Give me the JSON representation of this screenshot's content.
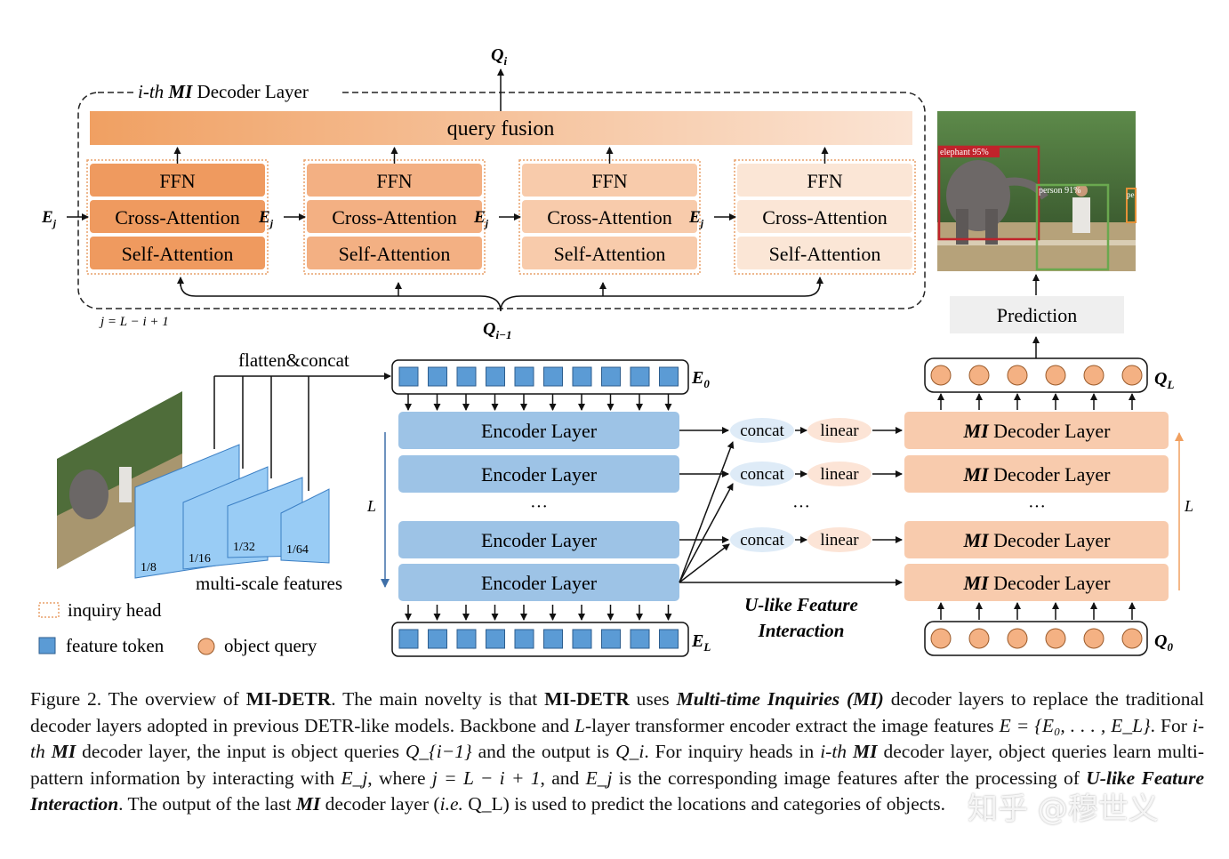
{
  "decoder_panel": {
    "title_prefix": "i-th",
    "title_bold": "MI",
    "title_suffix": "Decoder Layer",
    "query_fusion": "query fusion",
    "q_out": "Q",
    "q_out_sub": "i",
    "q_in": "Q",
    "q_in_sub": "i−1",
    "ej": "E",
    "ej_sub": "j",
    "j_formula": "j = L − i + 1",
    "heads": [
      {
        "ffn": "FFN",
        "cross": "Cross-Attention",
        "self": "Self-Attention"
      },
      {
        "ffn": "FFN",
        "cross": "Cross-Attention",
        "self": "Self-Attention"
      },
      {
        "ffn": "FFN",
        "cross": "Cross-Attention",
        "self": "Self-Attention"
      },
      {
        "ffn": "FFN",
        "cross": "Cross-Attention",
        "self": "Self-Attention"
      }
    ]
  },
  "detection": {
    "label1": "elephant 95%",
    "label2": "person 91%",
    "label3": "pe",
    "prediction": "Prediction"
  },
  "backbone": {
    "flatten": "flatten&concat",
    "scales": [
      "1/8",
      "1/16",
      "1/32",
      "1/64"
    ],
    "multi_scale": "multi-scale features"
  },
  "encoder": {
    "e0": "E",
    "e0_sub": "0",
    "el": "E",
    "el_sub": "L",
    "layers": [
      "Encoder Layer",
      "Encoder Layer",
      "Encoder Layer",
      "Encoder Layer"
    ],
    "dots": "···",
    "l_label": "L"
  },
  "middle": {
    "concat": [
      "concat",
      "concat",
      "concat"
    ],
    "linear": [
      "linear",
      "linear",
      "linear"
    ],
    "dots": "···",
    "uflike_line1": "U-like Feature",
    "uflike_line2": "Interaction"
  },
  "decoder": {
    "ql": "Q",
    "ql_sub": "L",
    "q0": "Q",
    "q0_sub": "0",
    "layer_bold": "MI",
    "layer_text": "Decoder Layer",
    "dots": "···",
    "l_label": "L"
  },
  "legend": {
    "inquiry": "inquiry head",
    "token": "feature token",
    "query": "object query"
  },
  "caption": {
    "p1": "Figure 2. The overview of ",
    "b1": "MI-DETR",
    "p2": ". The main novelty is that ",
    "b2": "MI-DETR",
    "p3": " uses ",
    "bi1": "Multi-time Inquiries (MI)",
    "p4": " decoder layers to replace the traditional decoder layers adopted in previous DETR-like models. Backbone and ",
    "i1": "L",
    "p5": "-layer transformer encoder extract the image features ",
    "i2": "E = {E₀, . . . , E_L}",
    "p6": ". For ",
    "i3": "i-th",
    "p7": " ",
    "bi2": "MI",
    "p8": " decoder layer, the input is object queries ",
    "i4": "Q_{i−1}",
    "p9": " and the output is ",
    "i5": "Q_i",
    "p10": ". For inquiry heads in ",
    "i6": "i-th",
    "p11": " ",
    "bi3": "MI",
    "p12": " decoder layer, object queries learn multi-pattern information by interacting with ",
    "i7": "E_j",
    "p13": ", where ",
    "i8": "j = L − i + 1",
    "p14": ", and ",
    "i9": "E_j",
    "p15": " is the corresponding image features after the processing of ",
    "bi4": "U-like Feature Interaction",
    "p16": ". The output of the last ",
    "bi5": "MI",
    "p17": " decoder layer (",
    "i10": "i.e.",
    "p18": " Q_L) is used to predict the locations and categories of objects."
  },
  "watermark": "知乎 @穆世义",
  "colors": {
    "attn_dark": "#ef9a5f",
    "attn_light": "#fbe6d6",
    "encoder_blue": "#9dc3e6",
    "token_blue": "#5b9bd5",
    "query_orange": "#f4b183",
    "decoder_peach": "#f8cbad",
    "concat_bg": "#deebf7",
    "linear_bg": "#fce4d6"
  }
}
